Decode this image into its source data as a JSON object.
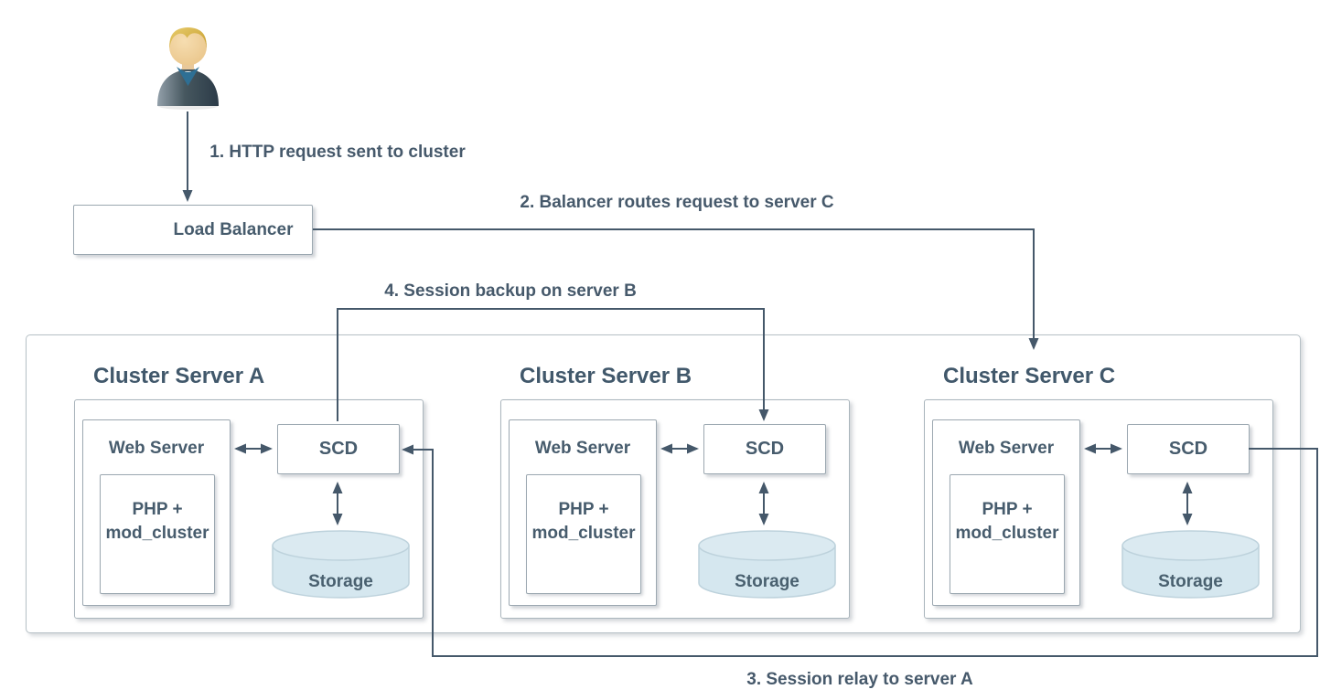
{
  "flow_labels": {
    "step1": "1. HTTP request sent to cluster",
    "step2": "2. Balancer routes request to server C",
    "step3": "3. Session relay to server A",
    "step4": "4. Session backup on server B"
  },
  "load_balancer": {
    "label": "Load Balancer"
  },
  "clusters": [
    {
      "title": "Cluster Server A",
      "web_server": "Web Server",
      "php_line1": "PHP +",
      "php_line2": "mod_cluster",
      "scd": "SCD",
      "storage": "Storage"
    },
    {
      "title": "Cluster Server B",
      "web_server": "Web Server",
      "php_line1": "PHP +",
      "php_line2": "mod_cluster",
      "scd": "SCD",
      "storage": "Storage"
    },
    {
      "title": "Cluster Server C",
      "web_server": "Web Server",
      "php_line1": "PHP +",
      "php_line2": "mod_cluster",
      "scd": "SCD",
      "storage": "Storage"
    }
  ],
  "colors": {
    "connector": "#45586a",
    "text": "#475c6d",
    "box_border": "#9ca8b1",
    "container_border": "#b6c0c6",
    "cylinder_fill": "#d5e7ef",
    "cylinder_stroke": "#bdd2dc",
    "avatar_jacket": "#41525f",
    "avatar_collar": "#2e6f94",
    "avatar_hair": "#d4ab3f",
    "avatar_skin": "#f0d3a2"
  }
}
